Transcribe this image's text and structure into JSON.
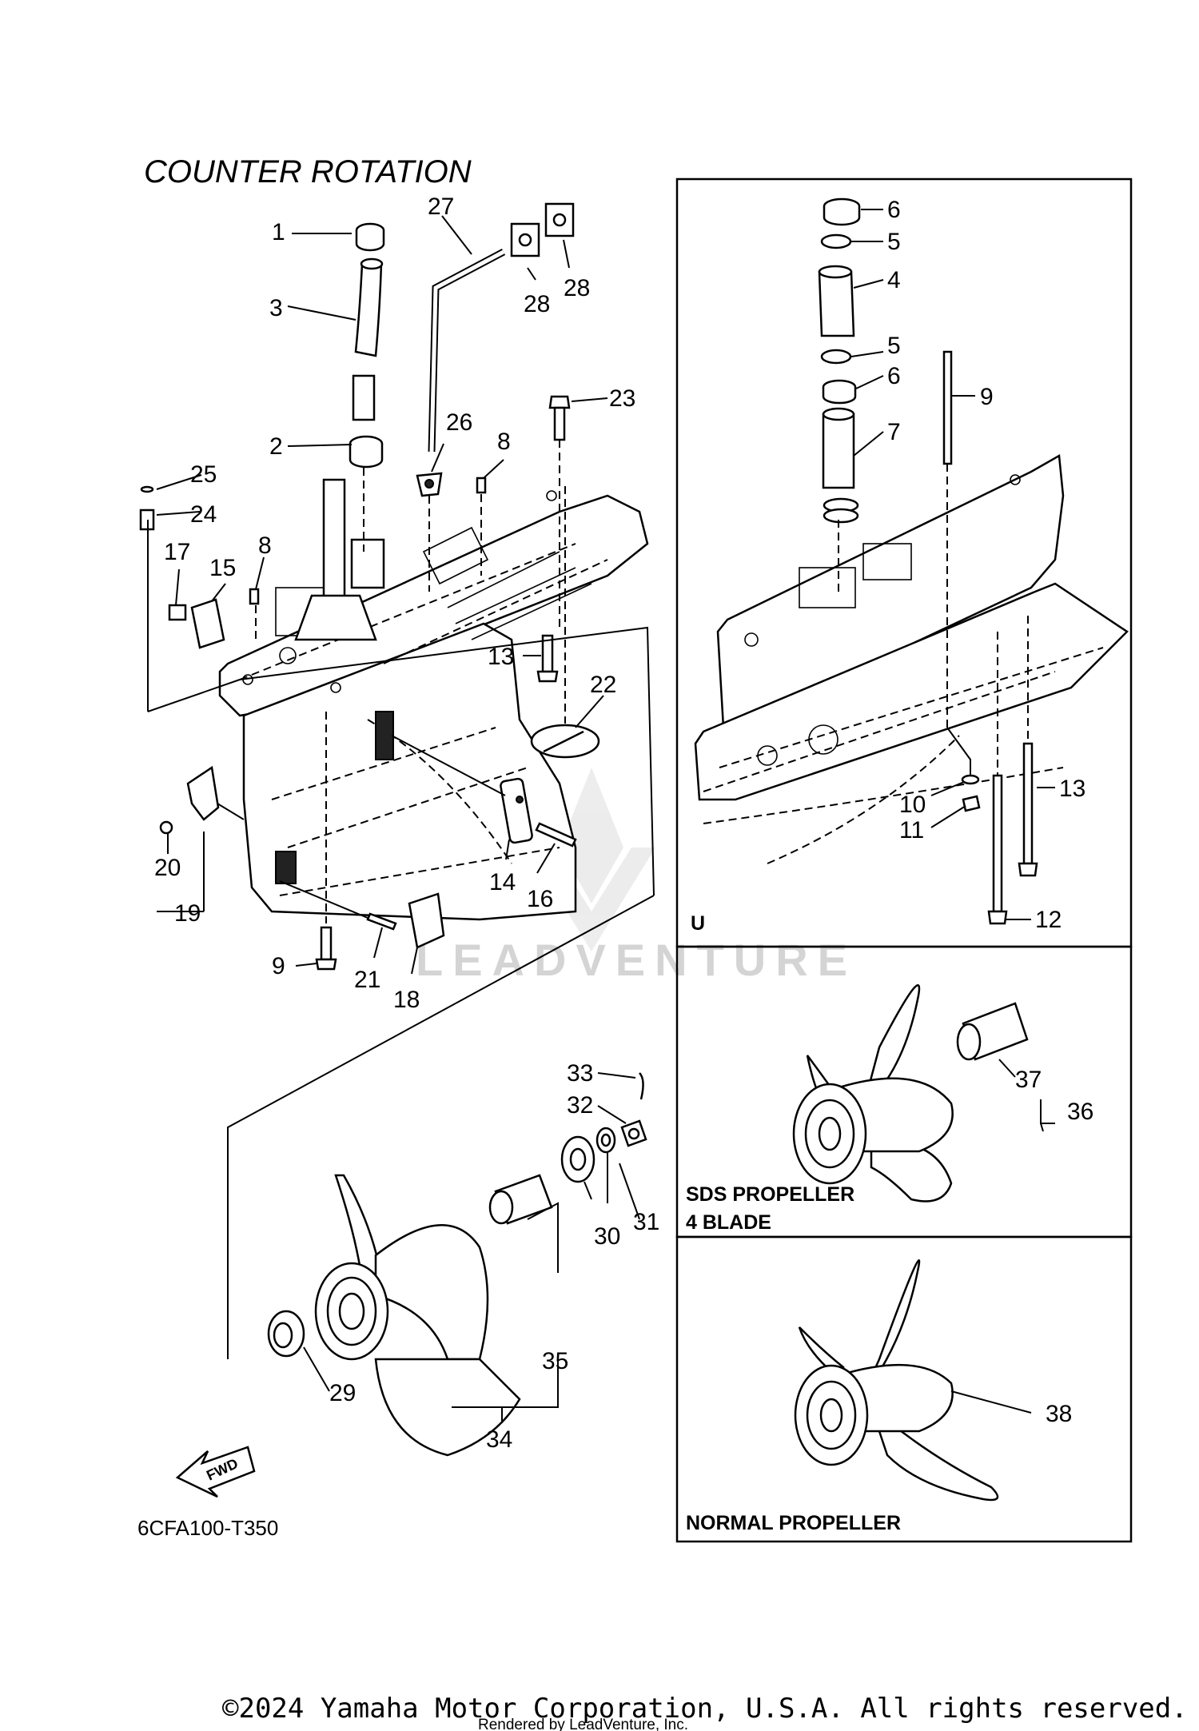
{
  "title": "COUNTER ROTATION",
  "diagram_code": "6CFA100-T350",
  "copyright": "©2024 Yamaha Motor Corporation, U.S.A. All rights reserved.",
  "rendered_by": "Rendered by LeadVenture, Inc.",
  "watermark": "LEADVENTURE",
  "panels": {
    "u_label": "U",
    "sds_line1": "SDS PROPELLER",
    "sds_line2": "4 BLADE",
    "normal": "NORMAL PROPELLER"
  },
  "fwd_label": "FWD",
  "callouts": {
    "c1": "1",
    "c2": "2",
    "c3": "3",
    "c8a": "8",
    "c8b": "8",
    "c9a": "9",
    "c13a": "13",
    "c14": "14",
    "c15": "15",
    "c16": "16",
    "c17": "17",
    "c18": "18",
    "c19": "19",
    "c20": "20",
    "c21": "21",
    "c22": "22",
    "c23": "23",
    "c24": "24",
    "c25": "25",
    "c26": "26",
    "c27": "27",
    "c28a": "28",
    "c28b": "28",
    "c29": "29",
    "c30": "30",
    "c31": "31",
    "c32": "32",
    "c33": "33",
    "c34": "34",
    "c35": "35",
    "c6a": "6",
    "c5a": "5",
    "c4": "4",
    "c5b": "5",
    "c6b": "6",
    "c7": "7",
    "c9b": "9",
    "c10": "10",
    "c11": "11",
    "c12": "12",
    "c13b": "13",
    "c36": "36",
    "c37": "37",
    "c38": "38"
  }
}
